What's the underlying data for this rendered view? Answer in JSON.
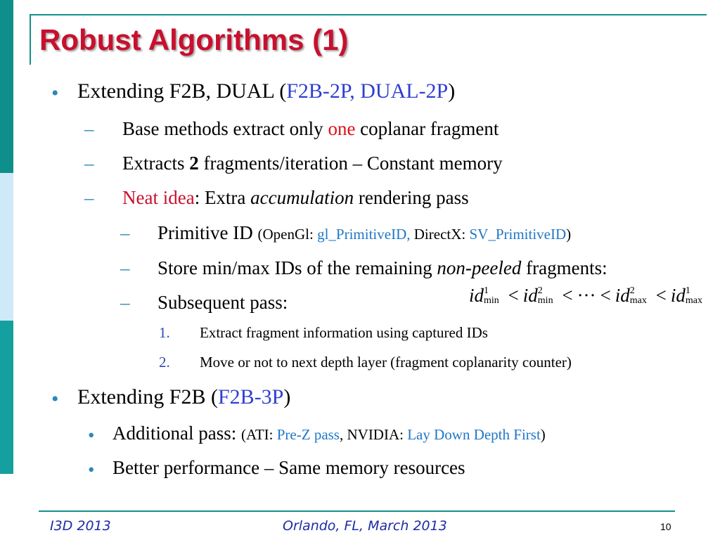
{
  "slide": {
    "title": "Robust Algorithms (1)",
    "page_number": "10"
  },
  "colors": {
    "title": "#c8102e",
    "accent_blue": "#2f3fcf",
    "link_blue": "#1f77c7",
    "emphasis_red": "#e0101a",
    "stripe_teal": "#0f8f8c",
    "stripe_light": "#cfeaf7",
    "footer_text": "#1d2ca5"
  },
  "body": {
    "b1": {
      "bullet": "•",
      "text_a": "Extending F2B, DUAL (",
      "text_blue": "F2B-2P, DUAL-2P",
      "text_b": ")"
    },
    "b1_1": {
      "dash": "–",
      "text_a": "Base methods extract only ",
      "text_red": "one",
      "text_b": " coplanar fragment"
    },
    "b1_2": {
      "dash": "–",
      "text_a": "Extracts ",
      "text_bold": "2",
      "text_b": " fragments/iteration – Constant memory"
    },
    "b1_3": {
      "dash": "–",
      "text_red": "Neat idea",
      "text_a": ": Extra ",
      "text_italic": "accumulation",
      "text_b": " rendering pass"
    },
    "b1_3_1": {
      "dash": "–",
      "text_a": "Primitive ID ",
      "small_a": "(OpenGl: ",
      "link_a": "gl_PrimitiveID,",
      "small_b": " DirectX: ",
      "link_b": "SV_PrimitiveID",
      "small_c": ")"
    },
    "b1_3_2": {
      "dash": "–",
      "text_a": "Store min/max IDs of the remaining ",
      "text_italic": "non-peeled",
      "text_b": " fragments:"
    },
    "b1_3_3": {
      "dash": "–",
      "text_a": "Subsequent pass:"
    },
    "formula": {
      "var": "id",
      "sup1": "1",
      "sup2": "2",
      "sub_min": "min",
      "sub_max": "max",
      "lt": "<",
      "ellipsis": "···"
    },
    "n1": {
      "num": "1.",
      "text": "Extract fragment information using captured IDs"
    },
    "n2": {
      "num": "2.",
      "text": "Move or not to next depth layer (fragment coplanarity counter)"
    },
    "b2": {
      "bullet": "•",
      "text_a": "Extending F2B (",
      "text_blue": "F2B-3P",
      "text_b": ")"
    },
    "b2_1": {
      "bullet": "•",
      "text_a": "Additional pass: ",
      "small_a": "(ATI: ",
      "link_a": "Pre-Z pass",
      "small_b": ", NVIDIA: ",
      "link_b": "Lay Down Depth First",
      "small_c": ")"
    },
    "b2_2": {
      "bullet": "•",
      "text_a": "Better performance – Same memory resources"
    }
  },
  "footer": {
    "left": "I3D 2013",
    "center": "Orlando, FL, March 2013"
  }
}
